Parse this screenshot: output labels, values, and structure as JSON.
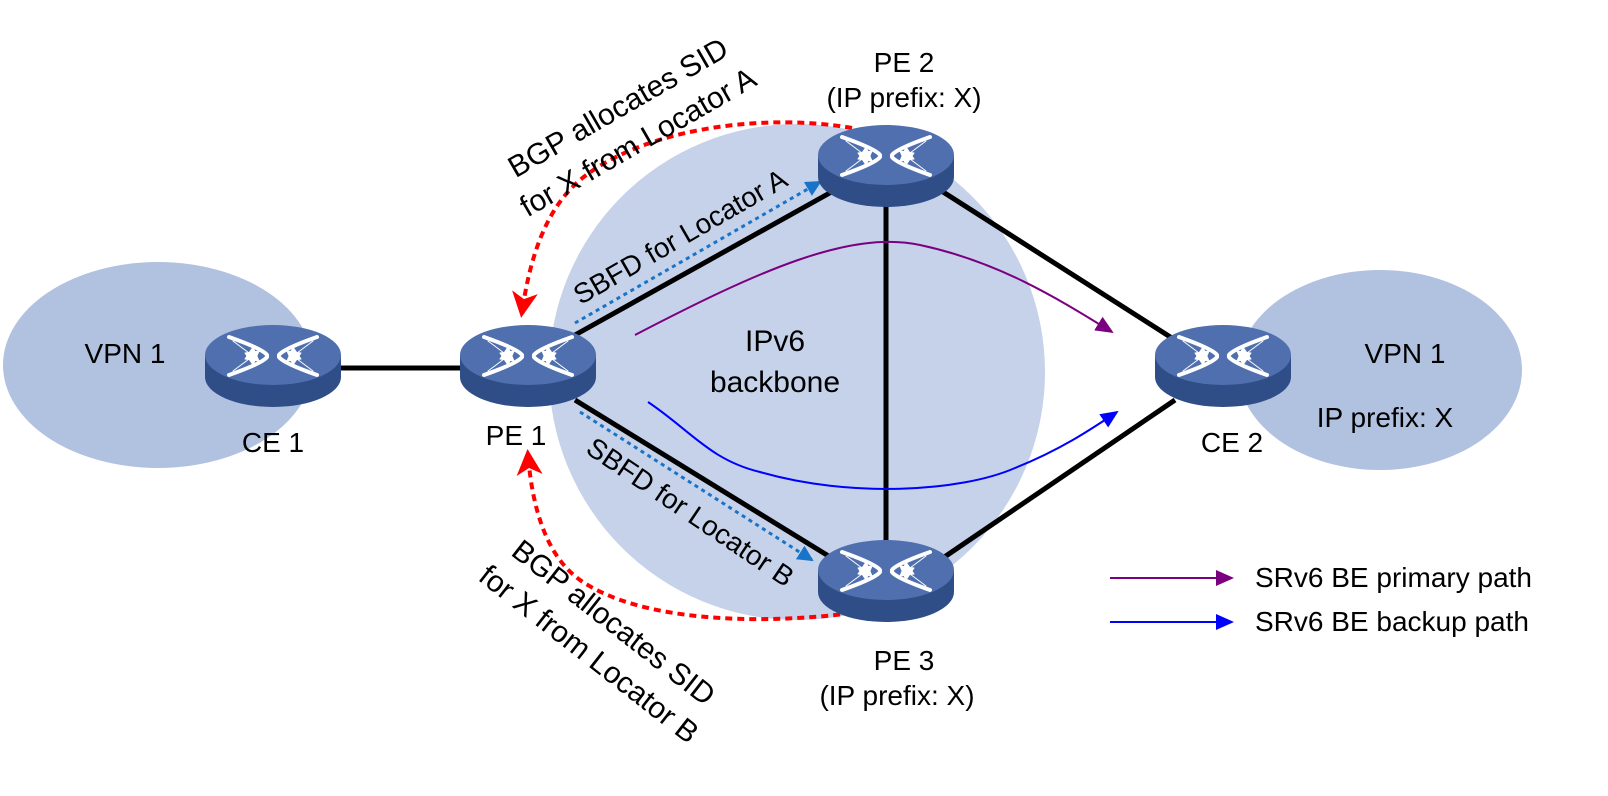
{
  "nodes": {
    "ce1": {
      "label": "CE 1"
    },
    "pe1": {
      "label": "PE 1"
    },
    "pe2": {
      "label": "PE 2",
      "sublabel": "(IP prefix: X)"
    },
    "pe3": {
      "label": "PE 3",
      "sublabel": "(IP prefix: X)"
    },
    "ce2": {
      "label": "CE 2"
    }
  },
  "clouds": {
    "vpn_left": {
      "label": "VPN 1"
    },
    "vpn_right": {
      "label": "VPN 1",
      "sublabel": "IP prefix: X"
    },
    "backbone": {
      "line1": "IPv6",
      "line2": "backbone"
    }
  },
  "annotations": {
    "bgp_a_line1": "BGP allocates SID",
    "bgp_a_line2": "for X from Locator A",
    "bgp_b_line1": "BGP allocates SID",
    "bgp_b_line2": "for X from Locator B",
    "sbfd_a": "SBFD for Locator A",
    "sbfd_b": "SBFD for Locator B"
  },
  "legend": {
    "primary": "SRv6 BE primary path",
    "backup": "SRv6 BE backup path"
  },
  "colors": {
    "cloud": "#c5d2ea",
    "vpn_cloud": "#b1c1e0",
    "router_top": "#4f6fae",
    "router_side": "#2f4d86",
    "link": "#000000",
    "bgp_arrow": "#ff0000",
    "sbfd_arrow": "#1874c8",
    "primary_path": "#7b007f",
    "backup_path": "#0000ff"
  }
}
